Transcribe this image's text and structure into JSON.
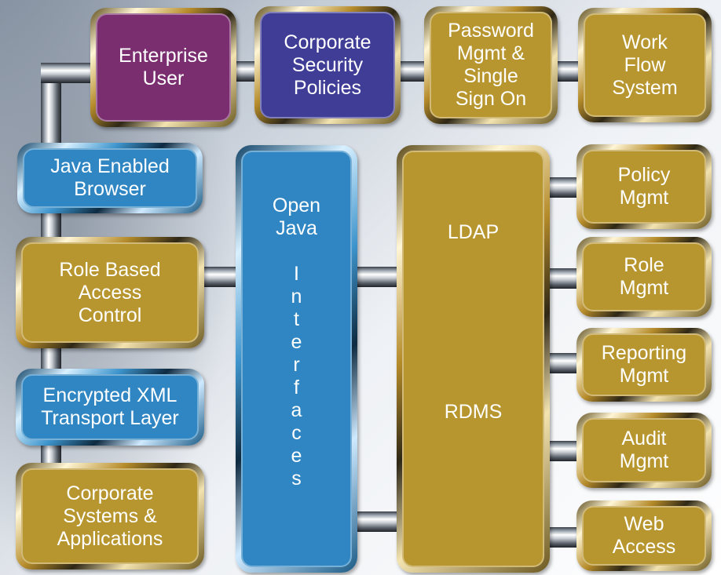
{
  "nodes": {
    "enterprise_user": [
      "Enterprise",
      "User"
    ],
    "corporate_security_policies": [
      "Corporate",
      "Security",
      "Policies"
    ],
    "password_mgmt": [
      "Password",
      "Mgmt &",
      "Single",
      "Sign On"
    ],
    "work_flow": [
      "Work",
      "Flow",
      "System"
    ],
    "java_browser": [
      "Java Enabled",
      "Browser"
    ],
    "role_based_access": [
      "Role Based",
      "Access",
      "Control"
    ],
    "encrypted_xml": [
      "Encrypted XML",
      "Transport Layer"
    ],
    "corporate_systems": [
      "Corporate",
      "Systems &",
      "Applications"
    ],
    "open_java_interfaces": [
      "Open",
      "Java",
      "",
      "I",
      "n",
      "t",
      "e",
      "r",
      "f",
      "a",
      "c",
      "e",
      "s"
    ],
    "ldap_rdms": {
      "top": "LDAP",
      "bottom": "RDMS"
    },
    "policy_mgmt": [
      "Policy",
      "Mgmt"
    ],
    "role_mgmt": [
      "Role",
      "Mgmt"
    ],
    "reporting_mgmt": [
      "Reporting",
      "Mgmt"
    ],
    "audit_mgmt": [
      "Audit",
      "Mgmt"
    ],
    "web_access": [
      "Web",
      "Access"
    ]
  },
  "colors": {
    "gold": "#b8962f",
    "purple": "#7a2e70",
    "indigo": "#3f3d95",
    "blue": "#2f86c2"
  }
}
